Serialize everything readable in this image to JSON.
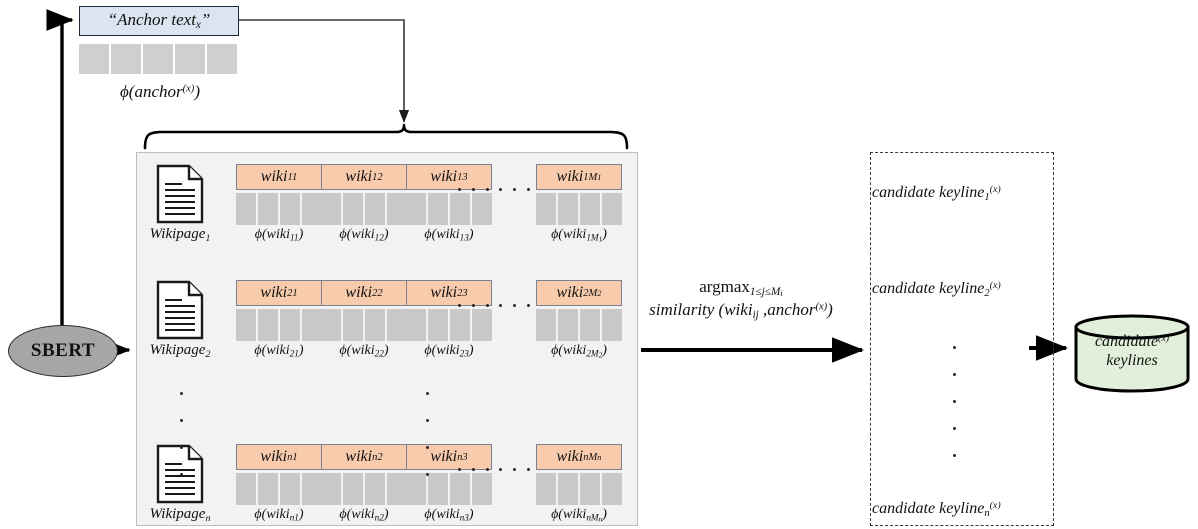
{
  "anchor": {
    "box_label": "“Anchor text",
    "box_sub": "x",
    "box_close": "”",
    "caption_phi": "ϕ(anchor",
    "caption_sup": "(x)",
    "caption_close": ")",
    "cells": 5
  },
  "sbert": {
    "label": "SBERT"
  },
  "panel": {
    "rows": [
      {
        "page_label": "Wikipage",
        "page_sub": "1",
        "cells": [
          {
            "name": "wiki",
            "sub": "11",
            "phi": "ϕ(wiki",
            "phi_sub": "11",
            "phi_close": ")"
          },
          {
            "name": "wiki",
            "sub": "12",
            "phi": "ϕ(wiki",
            "phi_sub": "12",
            "phi_close": ")"
          },
          {
            "name": "wiki",
            "sub": "13",
            "phi": "ϕ(wiki",
            "phi_sub": "13",
            "phi_close": ")"
          },
          {
            "name": "wiki",
            "sub": "1M",
            "sub_sub": "1",
            "phi": "ϕ(wiki",
            "phi_sub": "1M",
            "phi_sub_sub": "1",
            "phi_close": ")"
          }
        ]
      },
      {
        "page_label": "Wikipage",
        "page_sub": "2",
        "cells": [
          {
            "name": "wiki",
            "sub": "21",
            "phi": "ϕ(wiki",
            "phi_sub": "21",
            "phi_close": ")"
          },
          {
            "name": "wiki",
            "sub": "22",
            "phi": "ϕ(wiki",
            "phi_sub": "22",
            "phi_close": ")"
          },
          {
            "name": "wiki",
            "sub": "23",
            "phi": "ϕ(wiki",
            "phi_sub": "23",
            "phi_close": ")"
          },
          {
            "name": "wiki",
            "sub": "2M",
            "sub_sub": "2",
            "phi": "ϕ(wiki",
            "phi_sub": "2M",
            "phi_sub_sub": "2",
            "phi_close": ")"
          }
        ]
      },
      {
        "page_label": "Wikipage",
        "page_sub": "n",
        "cells": [
          {
            "name": "wiki",
            "sub": "n1",
            "phi": "ϕ(wiki",
            "phi_sub": "n1",
            "phi_close": ")"
          },
          {
            "name": "wiki",
            "sub": "n2",
            "phi": "ϕ(wiki",
            "phi_sub": "n2",
            "phi_close": ")"
          },
          {
            "name": "wiki",
            "sub": "n3",
            "phi": "ϕ(wiki",
            "phi_sub": "n3",
            "phi_close": ")"
          },
          {
            "name": "wiki",
            "sub": "nM",
            "sub_sub": "n",
            "phi": "ϕ(wiki",
            "phi_sub": "nM",
            "phi_sub_sub": "n",
            "phi_close": ")"
          }
        ]
      }
    ]
  },
  "formula": {
    "argmax": "argmax",
    "argmax_sub": "1≤j≤M",
    "argmax_sub_sub": "i",
    "similarity": "similarity (wiki",
    "similarity_sub": "ij",
    "similarity_mid": " ,anchor",
    "similarity_sup": "(x)",
    "similarity_close": ")"
  },
  "keylines": {
    "items": [
      {
        "label": "candidate keyline",
        "sub": "1",
        "sup": "(x)"
      },
      {
        "label": "candidate keyline",
        "sub": "2",
        "sup": "(x)"
      },
      {
        "label": "candidate keyline",
        "sub": "n",
        "sup": "(x)"
      }
    ]
  },
  "database": {
    "line1": "candidate",
    "sup": "(x)",
    "line2": "keylines",
    "fill": "#e2efda"
  },
  "colors": {
    "wiki_box": "#f9cbad",
    "anchor_box": "#dbe5f1",
    "panel_bg": "#f2f2f2",
    "embedding_cell": "#c9c9c9",
    "sbert": "#a6a6a6",
    "db_fill": "#e2efda"
  }
}
